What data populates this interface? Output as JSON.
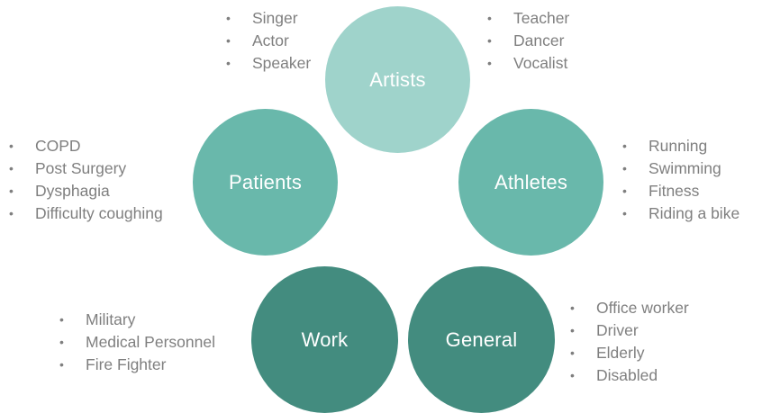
{
  "groups": {
    "artists": {
      "label": "Artists",
      "color": "#9fd3cb",
      "left_items": [
        "Singer",
        "Actor",
        "Speaker"
      ],
      "right_items": [
        "Teacher",
        "Dancer",
        "Vocalist"
      ]
    },
    "patients": {
      "label": "Patients",
      "color": "#69b8ab",
      "items": [
        "COPD",
        "Post Surgery",
        "Dysphagia",
        "Difficulty coughing"
      ]
    },
    "athletes": {
      "label": "Athletes",
      "color": "#69b8ab",
      "items": [
        "Running",
        "Swimming",
        "Fitness",
        "Riding a bike"
      ]
    },
    "work": {
      "label": "Work",
      "color": "#438c7f",
      "items": [
        "Military",
        "Medical Personnel",
        "Fire Fighter"
      ]
    },
    "general": {
      "label": "General",
      "color": "#438c7f",
      "items": [
        "Office worker",
        "Driver",
        "Elderly",
        "Disabled"
      ]
    }
  }
}
